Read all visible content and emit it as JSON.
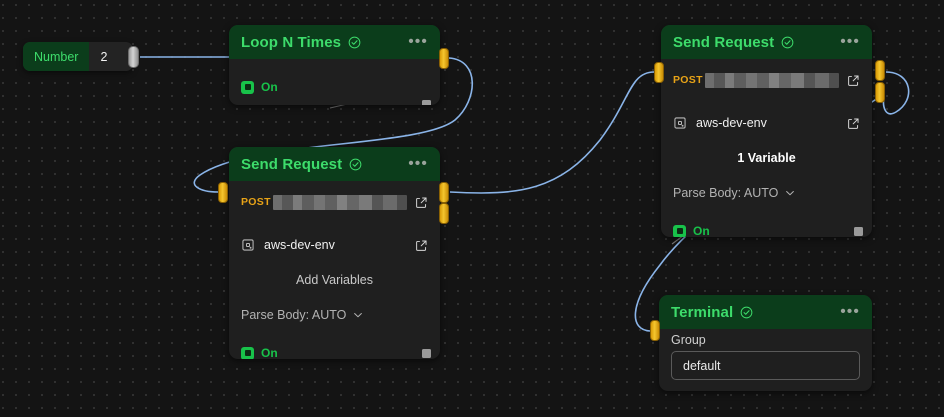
{
  "canvas": {
    "background_color": "#141414",
    "grid_dot_color": "#3a3a3a"
  },
  "colors": {
    "header_green": "#0b3d1b",
    "title_green": "#3ddc6b",
    "toggle_green": "#18c24a",
    "handle_yellow": "#f5c62e",
    "handle_gray": "#d3d3d3",
    "edge_blue": "#8ab4e8",
    "edge_gray": "#8b8b8b",
    "method_orange": "#e8a317",
    "node_body": "#1f1f1f"
  },
  "nodes": {
    "number": {
      "label": "Number",
      "value": "2",
      "output_handle": "output-handle"
    },
    "loop": {
      "title": "Loop N Times",
      "status_icon": "check-circle-icon",
      "menu_icon": "ellipsis-icon",
      "toggle_label": "On",
      "toggle_state": "on",
      "resize_handle": "resize-handle"
    },
    "send_request_1": {
      "title": "Send Request",
      "status_icon": "check-circle-icon",
      "menu_icon": "ellipsis-icon",
      "method": "POST",
      "url": "",
      "url_masked": true,
      "open_url_icon": "external-link-icon",
      "env_icon": "environment-icon",
      "env_name": "aws-dev-env",
      "open_env_icon": "external-link-icon",
      "variables_label": "Add Variables",
      "parse_body_label": "Parse Body: AUTO",
      "parse_body_caret": "chevron-down-icon",
      "toggle_label": "On",
      "toggle_state": "on",
      "resize_handle": "resize-handle"
    },
    "send_request_2": {
      "title": "Send Request",
      "status_icon": "check-circle-icon",
      "menu_icon": "ellipsis-icon",
      "method": "POST",
      "url": "",
      "url_masked": true,
      "open_url_icon": "external-link-icon",
      "env_icon": "environment-icon",
      "env_name": "aws-dev-env",
      "open_env_icon": "external-link-icon",
      "variables_label": "1 Variable",
      "parse_body_label": "Parse Body: AUTO",
      "parse_body_caret": "chevron-down-icon",
      "toggle_label": "On",
      "toggle_state": "on",
      "resize_handle": "resize-handle"
    },
    "terminal": {
      "title": "Terminal",
      "status_icon": "check-circle-icon",
      "menu_icon": "ellipsis-icon",
      "group_label": "Group",
      "group_value": "default",
      "group_placeholder": "default"
    }
  }
}
